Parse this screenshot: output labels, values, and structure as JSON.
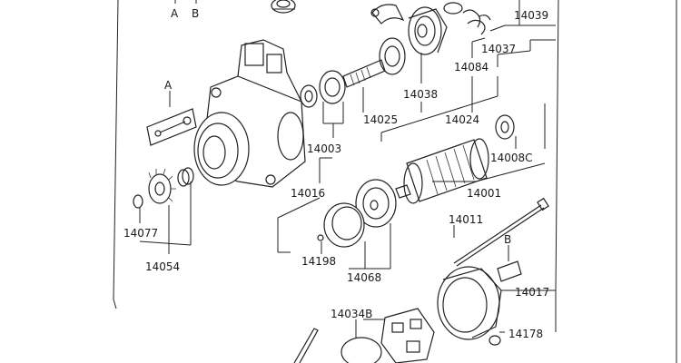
{
  "labels": {
    "ref_a_top": "A",
    "ref_b_top": "B",
    "ref_a_bolt": "A",
    "ref_b_screw": "B",
    "p14039": "14039",
    "p14037": "14037",
    "p14084": "14084",
    "p14038": "14038",
    "p14025": "14025",
    "p14024": "14024",
    "p14003": "14003",
    "p14008c": "14008C",
    "p14016": "14016",
    "p14001": "14001",
    "p14077": "14077",
    "p14054": "14054",
    "p14011": "14011",
    "p14198": "14198",
    "p14068": "14068",
    "p14017": "14017",
    "p14034b": "14034B",
    "p14178": "14178"
  },
  "icons": [
    "starter-motor-exploded-drawing"
  ]
}
